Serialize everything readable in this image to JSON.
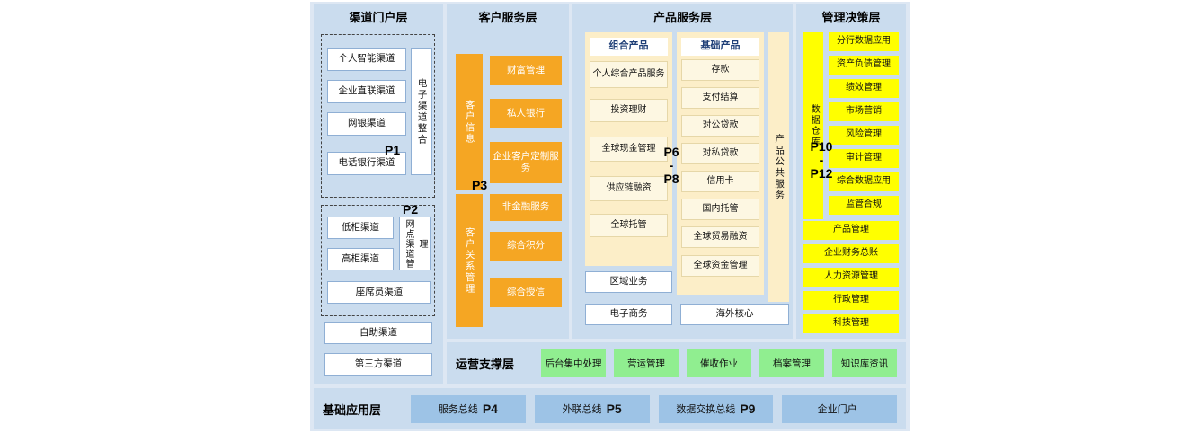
{
  "colors": {
    "diagram_bg": "#dde7f3",
    "panel_bg": "#cadcee",
    "white_box_border": "#8fafd4",
    "orange": "#f5a623",
    "cream_panel": "#fceec8",
    "cream_box": "#fdf7e2",
    "yellow": "#ffff00",
    "green": "#90ee90",
    "blue_box": "#9dc3e6"
  },
  "channel_layer": {
    "title": "渠道门户层",
    "group1": {
      "p_label": "P1",
      "items": [
        "个人智能渠道",
        "企业直联渠道",
        "网银渠道",
        "电话银行渠道"
      ],
      "side_label": "电子渠道整合"
    },
    "group2": {
      "p_label": "P2",
      "items": [
        "低柜渠道",
        "高柜渠道"
      ],
      "side_label": "网点渠道管理",
      "bottom_item": "座席员渠道"
    },
    "extra_items": [
      "自助渠道",
      "第三方渠道"
    ]
  },
  "customer_layer": {
    "title": "客户服务层",
    "p_label": "P3",
    "bar1": "客户信息",
    "bar1_items": [
      "财富管理",
      "私人银行",
      "企业客户定制服务"
    ],
    "bar2": "客户关系管理",
    "bar2_items": [
      "非金融服务",
      "综合积分",
      "综合授信"
    ]
  },
  "product_layer": {
    "title": "产品服务层",
    "p_top": "P6",
    "p_dash": "-",
    "p_bottom": "P8",
    "combo": {
      "header": "组合产品",
      "items": [
        "个人综合产品服务",
        "投资理财",
        "全球现金管理",
        "供应链融资",
        "全球托管"
      ]
    },
    "basic": {
      "header": "基础产品",
      "items": [
        "存款",
        "支付结算",
        "对公贷款",
        "对私贷款",
        "信用卡",
        "国内托管",
        "全球贸易融资",
        "全球资金管理"
      ]
    },
    "side_label": "产品公共服务",
    "bottom_left_items": [
      "区域业务",
      "电子商务"
    ],
    "bottom_right_item": "海外核心"
  },
  "management_layer": {
    "title": "管理决策层",
    "p_top": "P10",
    "p_dash": "-",
    "p_bottom": "P12",
    "bar": "数据仓库",
    "bar_items": [
      "分行数据应用",
      "资产负债管理",
      "绩效管理",
      "市场营销",
      "风险管理",
      "审计管理",
      "综合数据应用",
      "监管合规"
    ],
    "full_items": [
      "产品管理",
      "企业财务总账",
      "人力资源管理",
      "行政管理",
      "科技管理"
    ]
  },
  "operations_layer": {
    "title": "运营支撑层",
    "items": [
      "后台集中处理",
      "营运管理",
      "催收作业",
      "档案管理",
      "知识库资讯"
    ]
  },
  "foundation_layer": {
    "title": "基础应用层",
    "items": [
      {
        "label": "服务总线",
        "p": "P4"
      },
      {
        "label": "外联总线",
        "p": "P5"
      },
      {
        "label": "数据交换总线",
        "p": "P9"
      },
      {
        "label": "企业门户",
        "p": ""
      }
    ]
  }
}
